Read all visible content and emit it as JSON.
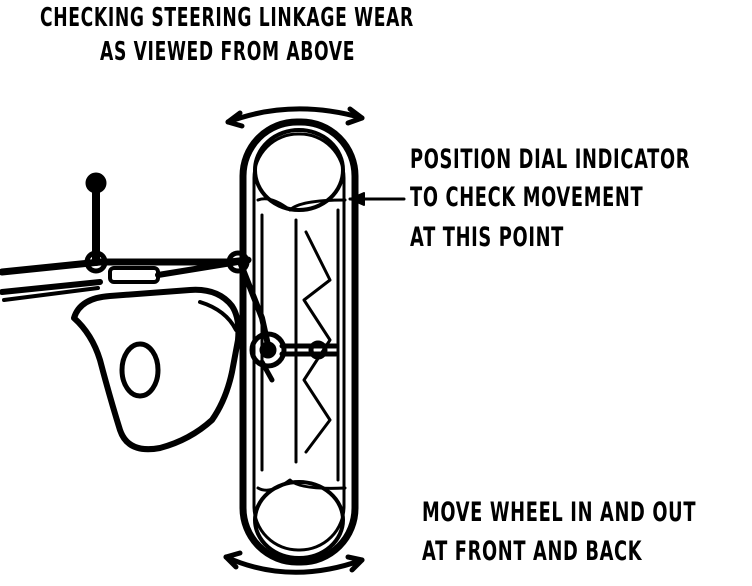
{
  "title": {
    "line1": "CHECKING STEERING LINKAGE WEAR",
    "line2": "AS VIEWED FROM ABOVE"
  },
  "callouts": {
    "dial_indicator": {
      "line1": "POSITION DIAL INDICATOR",
      "line2": "TO CHECK MOVEMENT",
      "line3": "AT THIS POINT"
    },
    "move_wheel": {
      "line1": "MOVE WHEEL IN AND OUT",
      "line2": "AT FRONT AND BACK"
    }
  },
  "colors": {
    "ink": "#000000",
    "paper": "#ffffff"
  }
}
